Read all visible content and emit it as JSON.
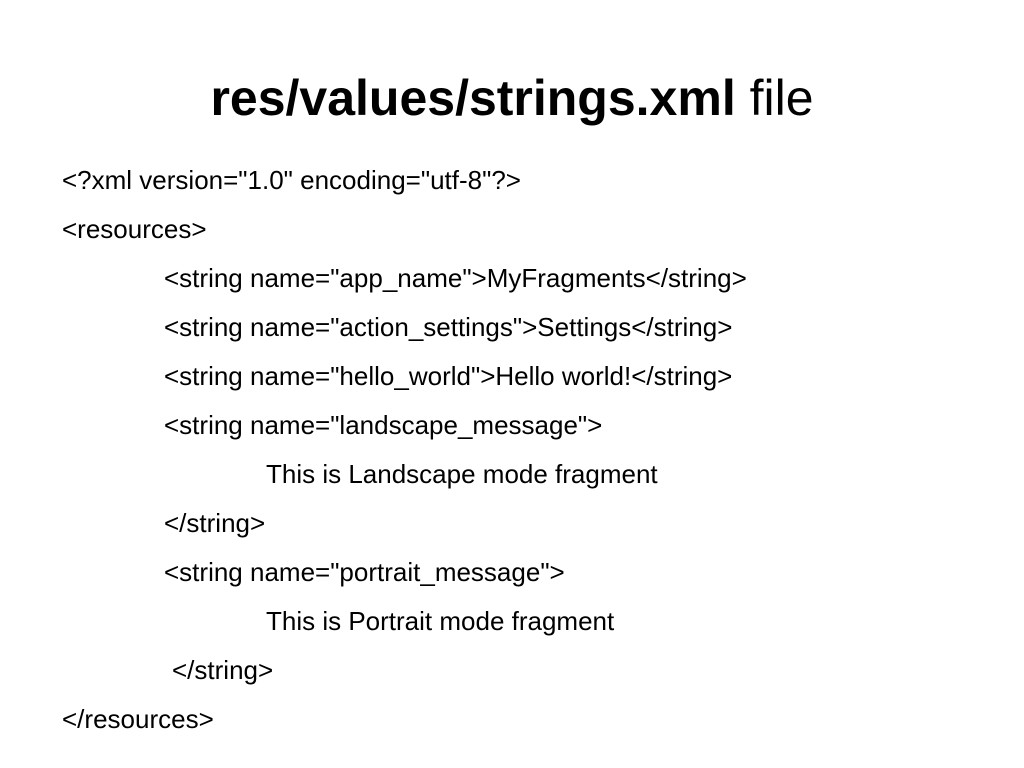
{
  "slide": {
    "title_bold": "res/values/strings.xml",
    "title_normal": "file",
    "lines": [
      "<?xml version=\"1.0\" encoding=\"utf-8\"?>",
      "<resources>",
      "<string name=\"app_name\">MyFragments</string>",
      "<string name=\"action_settings\">Settings</string>",
      "<string name=\"hello_world\">Hello world!</string>",
      "<string name=\"landscape_message\">",
      "This is Landscape mode fragment",
      "</string>",
      "<string name=\"portrait_message\">",
      "This is Portrait mode fragment",
      "</string>",
      "</resources>"
    ]
  }
}
